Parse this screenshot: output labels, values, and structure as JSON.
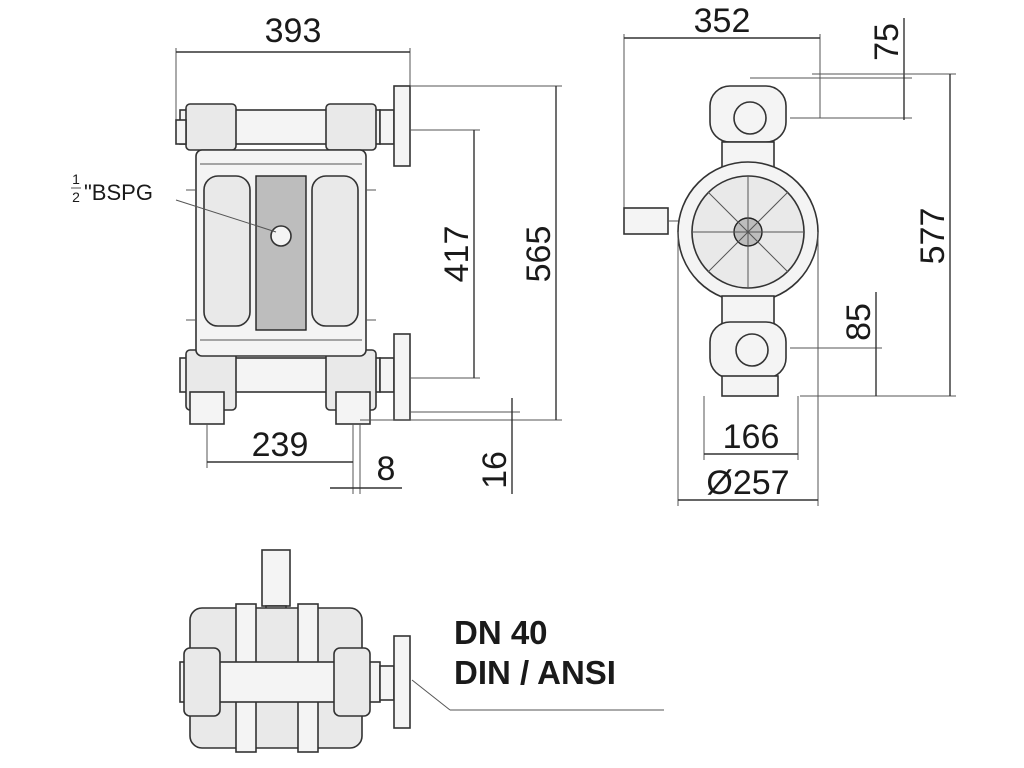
{
  "front_view": {
    "width_label": "393",
    "port_label_fraction_num": "1",
    "port_label_fraction_den": "2",
    "port_label_text": "\"BSPG",
    "height_inner_label": "417",
    "height_total_label": "565",
    "base_width_label": "239",
    "offset_label": "8",
    "foot_label": "16"
  },
  "side_view": {
    "width_label": "352",
    "top_offset_label": "75",
    "height_label": "577",
    "bottom_offset_label": "85",
    "base_label": "166",
    "diameter_label": "Ø257"
  },
  "top_view": {
    "connection_line1": "DN 40",
    "connection_line2": "DIN / ANSI"
  }
}
